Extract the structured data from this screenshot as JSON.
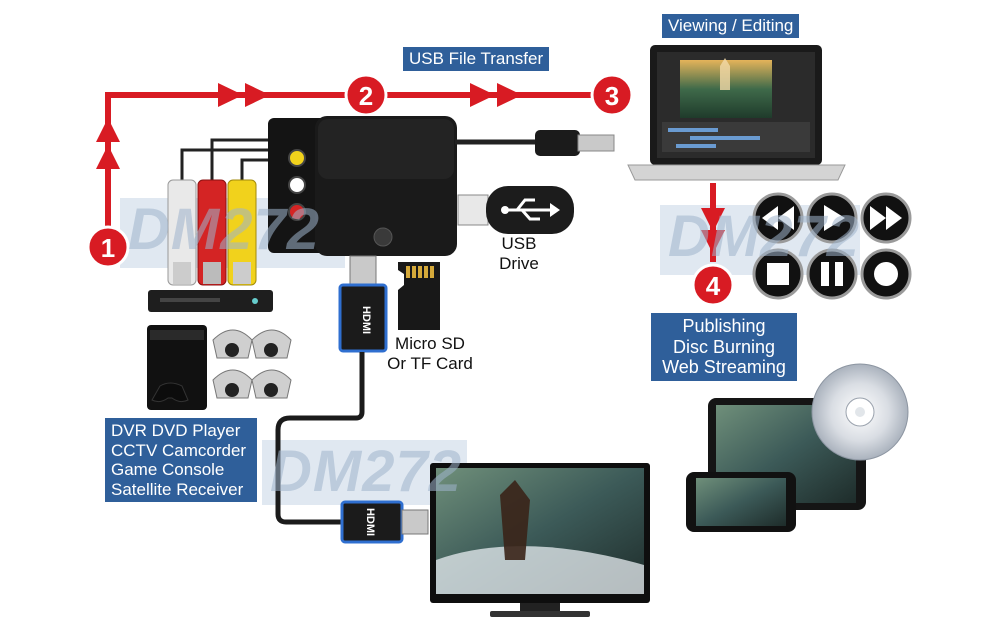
{
  "labels": {
    "usb_file_transfer": "USB File Transfer",
    "viewing_editing": "Viewing / Editing",
    "usb_drive": [
      "USB",
      "Drive"
    ],
    "micro_sd": [
      "Micro SD",
      "Or TF Card"
    ],
    "publishing": [
      "Publishing",
      "Disc Burning",
      "Web Streaming"
    ],
    "sources": [
      "DVR DVD Player",
      "CCTV Camcorder",
      "Game Console",
      "Satellite Receiver"
    ]
  },
  "steps": [
    "1",
    "2",
    "3",
    "4"
  ],
  "watermark": "DM272",
  "hdmi_label": "HDMI",
  "colors": {
    "arrow": "#d81b23",
    "label_bg": "#2f5f9a",
    "device": "#1c1c1c"
  },
  "icons": [
    "rewind-icon",
    "play-icon",
    "fast-forward-icon",
    "stop-icon",
    "pause-icon",
    "record-icon",
    "usb-symbol-icon"
  ]
}
